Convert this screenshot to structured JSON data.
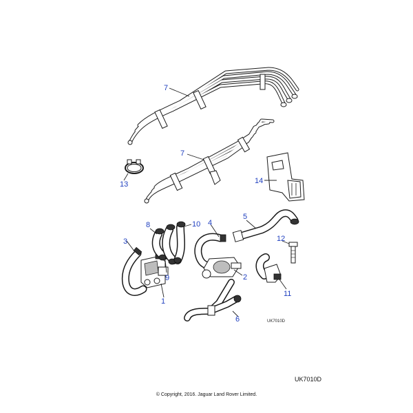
{
  "callouts": {
    "c1": "1",
    "c2": "2",
    "c3": "3",
    "c4": "4",
    "c5": "5",
    "c6": "6",
    "c7a": "7",
    "c7b": "7",
    "c8": "8",
    "c9": "9",
    "c10": "10",
    "c11": "11",
    "c12": "12",
    "c13": "13",
    "c14": "14"
  },
  "figure_code_small": "UK7010D",
  "figure_code": "UK7010D",
  "copyright": "© Copyright, 2016. Jaguar Land Rover Limited.",
  "colors": {
    "callout": "#1f3fbf",
    "line": "#1a1a1a"
  }
}
